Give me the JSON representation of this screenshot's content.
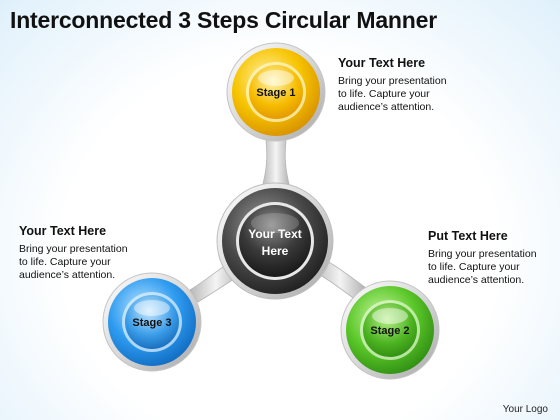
{
  "title": "Interconnected 3 Steps Circular Manner",
  "center": {
    "line1": "Your Text",
    "line2": "Here"
  },
  "stages": [
    {
      "label": "Stage 1",
      "color": "#f5b800"
    },
    {
      "label": "Stage 2",
      "color": "#3fae1f"
    },
    {
      "label": "Stage 3",
      "color": "#1e8fe0"
    }
  ],
  "callouts": {
    "top_right": {
      "heading": "Your Text Here",
      "body": "Bring your presentation to life. Capture your audience’s attention."
    },
    "left": {
      "heading": "Your Text Here",
      "body": "Bring your presentation to life. Capture your audience’s attention."
    },
    "right": {
      "heading": "Put Text Here",
      "body": "Bring your presentation to life. Capture your audience’s attention."
    }
  },
  "logo": "Your Logo",
  "colors": {
    "center": "#3a3a3a",
    "connector": "#cfcfcf"
  }
}
